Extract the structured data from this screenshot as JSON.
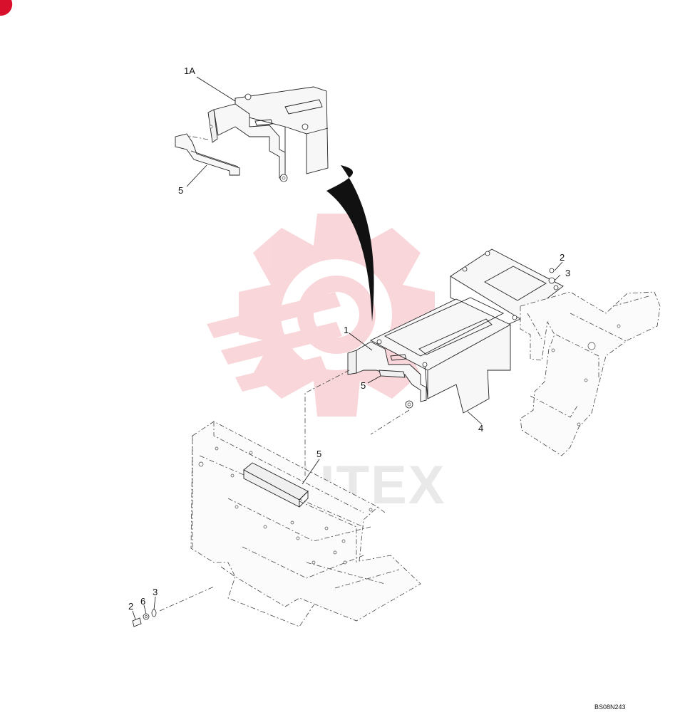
{
  "diagram": {
    "callouts": {
      "c1A": "1A",
      "c5_top": "5",
      "c1": "1",
      "c2_right": "2",
      "c3_right": "3",
      "c5_mid": "5",
      "c4": "4",
      "c5_lower": "5",
      "c2_left": "2",
      "c6": "6",
      "c3_left": "3"
    },
    "reference_code": "BS08N243",
    "watermark_text": "VHTEX",
    "colors": {
      "watermark_logo": "#f4b6bb",
      "corner_mark": "#d8102b",
      "line": "#222222"
    }
  }
}
